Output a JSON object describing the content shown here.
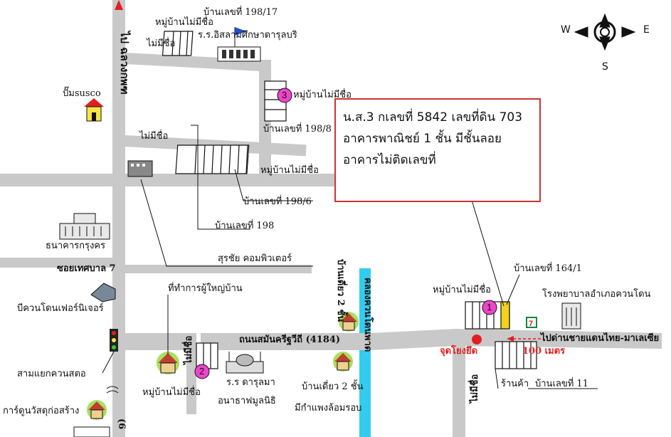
{
  "compass": {
    "west": "W",
    "east": "E",
    "south": "S"
  },
  "info_box": {
    "line1": "น.ส.3 กเลขที่ 5842 เลขที่ดิน 703",
    "line2": "อาคารพาณิชย์ 1 ชั้น มีชั้นลอย",
    "line3": "อาคารไม่ติดเลขที่"
  },
  "roads": {
    "main_road": "ถนนสมันครีฐวีถี (4184)",
    "north_road": "ไป ฉลวงกพฑ",
    "soi_no_name_1": "ไม่มีชื่อ",
    "soi_no_name_2": "ไม่มีชื่อ",
    "soi_tesaban_7": "ซอยเทศบาล 7",
    "soi_no_name_3": "ไม่มีชื่อ",
    "soi_no_name_4": "ไม่มีชื่อ",
    "to_border": "ไปด่านชายแดนไทย-มาเลเซีย",
    "distance": "100 เมตร",
    "south_road_number": "(6"
  },
  "places": {
    "village_no_name_top": "หมู่บ้านไม่มีชื่อ",
    "house_198_17": "บ้านเลขที่ 198/17",
    "school": "ร.ร.อิสลามศึกษาดารุลบริ",
    "village_3": "หมู่บ้านไม่มีชื่อ",
    "house_198_8": "บ้านเลขที่ 198/8",
    "village_mid": "หมู่บ้านไม่มีชื่อ",
    "house_198_6": "บ้านเลขที่ 198/6",
    "house_198": "บ้านเลขที่ 198",
    "gas_station": "ปั๊มsusco",
    "bank": "ธนาคารกรุงคร",
    "computer_shop": "สุรชัย คอมพิวเตอร์",
    "furniture": "บีควนโดนเฟอร์นิเจอร์",
    "village_head_office": "ที่ทำการผู้ใหญ่บ้าน",
    "single_house_2_floors": "บ้านเดี่ยว 2 ชั้น",
    "canal": "คลองควนโดนพาด",
    "village_1": "หมู่บ้านไม่มีชื่อ",
    "house_164_1": "บ้านเลขที่ 164/1",
    "hospital": "โรงพยาบาลอำเภอควนโดน",
    "reference_point": "จุดโยงยึด",
    "intersection": "สามแยกควนสตอ",
    "construction": "การ์ดูนวัสดุก่อสร้าง",
    "village_2": "หมู่บ้านไม่มีชื่อ",
    "mosque_school": "ร.ร ดารุลมา",
    "mosque_school2": "อนาธาฟมูลนิธิ",
    "single_house_bottom": "บ้านเดี่ยว 2 ชั้น",
    "fenced": "มีกำแพงล้อมรอบ",
    "shop": "ร้านค้า",
    "house_11": "บ้านเลขที่ 11"
  },
  "markers": {
    "m1": "1",
    "m2": "2",
    "m3": "3",
    "seven": "7"
  },
  "colors": {
    "road": "#c9c9c9",
    "canal": "#33ccee",
    "marker": "#ee44cc",
    "arrow": "#e02020",
    "box_border": "#cc3333"
  }
}
